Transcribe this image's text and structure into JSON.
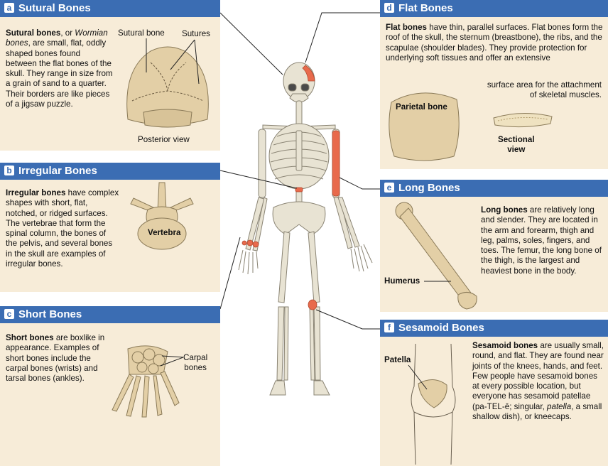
{
  "panels": {
    "sutural": {
      "letter": "a",
      "title": "Sutural Bones",
      "term": "Sutural bones",
      "term_sep": ", or ",
      "term_alt": "Wormian bones",
      "text": ", are small, flat, oddly shaped bones found between the flat bones of the skull. They range in size from a grain of sand to a quarter. Their borders are like pieces of a jigsaw puzzle.",
      "label_sutural_bone": "Sutural bone",
      "label_sutures": "Sutures",
      "label_view": "Posterior view"
    },
    "irregular": {
      "letter": "b",
      "title": "Irregular Bones",
      "term": "Irregular bones",
      "text": " have complex shapes with short, flat, notched, or ridged surfaces. The vertebrae that form the spinal column, the bones of the pelvis, and several bones in the skull are examples of irregular bones.",
      "label_vertebra": "Vertebra"
    },
    "short": {
      "letter": "c",
      "title": "Short Bones",
      "term": "Short bones",
      "text": " are boxlike in appearance. Examples of short bones include the carpal bones (wrists) and tarsal bones (ankles).",
      "label_carpal": "Carpal\nbones"
    },
    "flat": {
      "letter": "d",
      "title": "Flat Bones",
      "term": "Flat bones",
      "text": " have thin, parallel surfaces. Flat bones form the roof of the skull, the sternum (breastbone), the ribs, and the scapulae (shoulder blades). They provide protection for underlying soft tissues and offer an extensive",
      "text_tail": "surface area for the attachment\nof skeletal muscles.",
      "label_parietal": "Parietal bone",
      "label_sectional": "Sectional\nview"
    },
    "long": {
      "letter": "e",
      "title": "Long Bones",
      "term": "Long bones",
      "text": " are relatively long and slender. They are located in the arm and forearm, thigh and leg, palms, soles, fingers, and toes. The femur, the long bone of the thigh, is the largest and heaviest bone in the body.",
      "label_humerus": "Humerus"
    },
    "sesamoid": {
      "letter": "f",
      "title": "Sesamoid Bones",
      "term": "Sesamoid bones",
      "text": " are usually small, round, and flat. They are found near joints of the knees, hands, and feet. Few people have sesamoid bones at every possible location, but everyone has sesamoid patellae (pa-TEL-ē; singular, ",
      "text_italic": "patella",
      "text_end": ", a small shallow dish), or kneecaps.",
      "label_patella": "Patella"
    }
  },
  "colors": {
    "header": "#3b6db3",
    "panel_bg": "#f7ecd8",
    "bone": "#e8e3d3",
    "bone_outline": "#8a8474",
    "highlight": "#e86a4c",
    "specimen": "#e3cfa6"
  }
}
